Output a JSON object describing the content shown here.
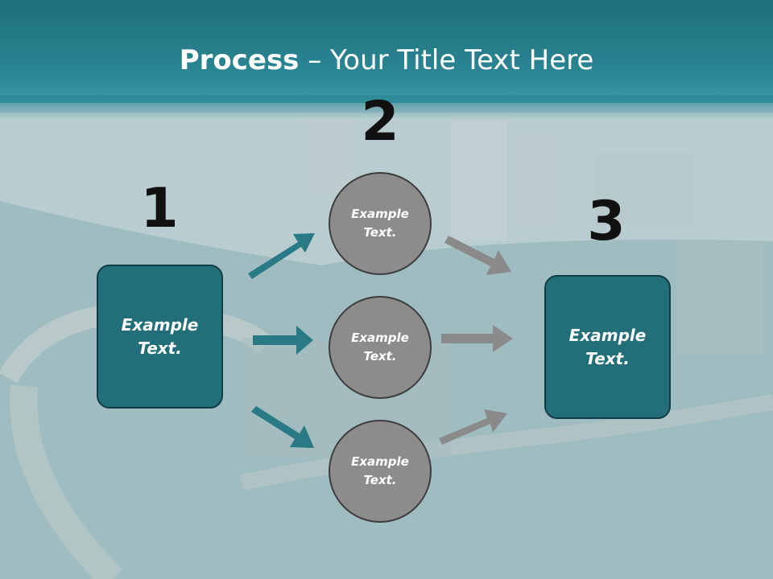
{
  "title": {
    "bold": "Process",
    "rest": " – Your Title Text Here"
  },
  "steps": {
    "one": "1",
    "two": "2",
    "three": "3"
  },
  "box_left": {
    "line1": "Example",
    "line2": "Text."
  },
  "box_right": {
    "line1": "Example",
    "line2": "Text."
  },
  "circles": [
    {
      "line1": "Example",
      "line2": "Text."
    },
    {
      "line1": "Example",
      "line2": "Text."
    },
    {
      "line1": "Example",
      "line2": "Text."
    }
  ],
  "colors": {
    "header": "#2b8794",
    "box": "#236f79",
    "circle": "#8c8c8c",
    "arrow_teal": "#2a7a86",
    "arrow_grey": "#8a8a8a"
  }
}
